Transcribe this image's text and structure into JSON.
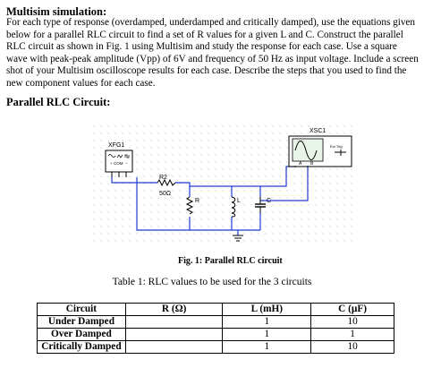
{
  "heading": "Multisim simulation:",
  "paragraph": "For each type of response (overdamped, underdamped and critically damped), use the equations given below for a parallel RLC circuit to find a set of R values for a given L and C. Construct the parallel RLC circuit as shown in Fig. 1 using Multisim and study the response for each case. Use a square wave with peak-peak amplitude (Vpp) of 6V and frequency of 50 Hz as input voltage. Include a screen shot of your Multisim oscilloscope results for each case. Describe the steps that you used to find the new component values for each case.",
  "subheading": "Parallel RLC Circuit:",
  "schematic": {
    "function_generator_label": "XFG1",
    "fg_com_label": "COM",
    "resistor2_label": "R2",
    "resistor2_value": "50Ω",
    "r_label": "R",
    "l_label": "L",
    "c_label": "C",
    "scope_label": "XSC1",
    "scope_ext_trig": "Ext Trig",
    "scope_a": "A",
    "scope_b": "B"
  },
  "figure_caption": "Fig. 1: Parallel RLC circuit",
  "table_caption": "Table 1: RLC values to be used for the 3 circuits",
  "table": {
    "headers": [
      "Circuit",
      "R (Ω)",
      "L (mH)",
      "C (µF)"
    ],
    "rows": [
      [
        "Under Damped",
        "",
        "1",
        "10"
      ],
      [
        "Over Damped",
        "",
        "1",
        "1"
      ],
      [
        "Critically Damped",
        "",
        "1",
        "10"
      ]
    ]
  }
}
